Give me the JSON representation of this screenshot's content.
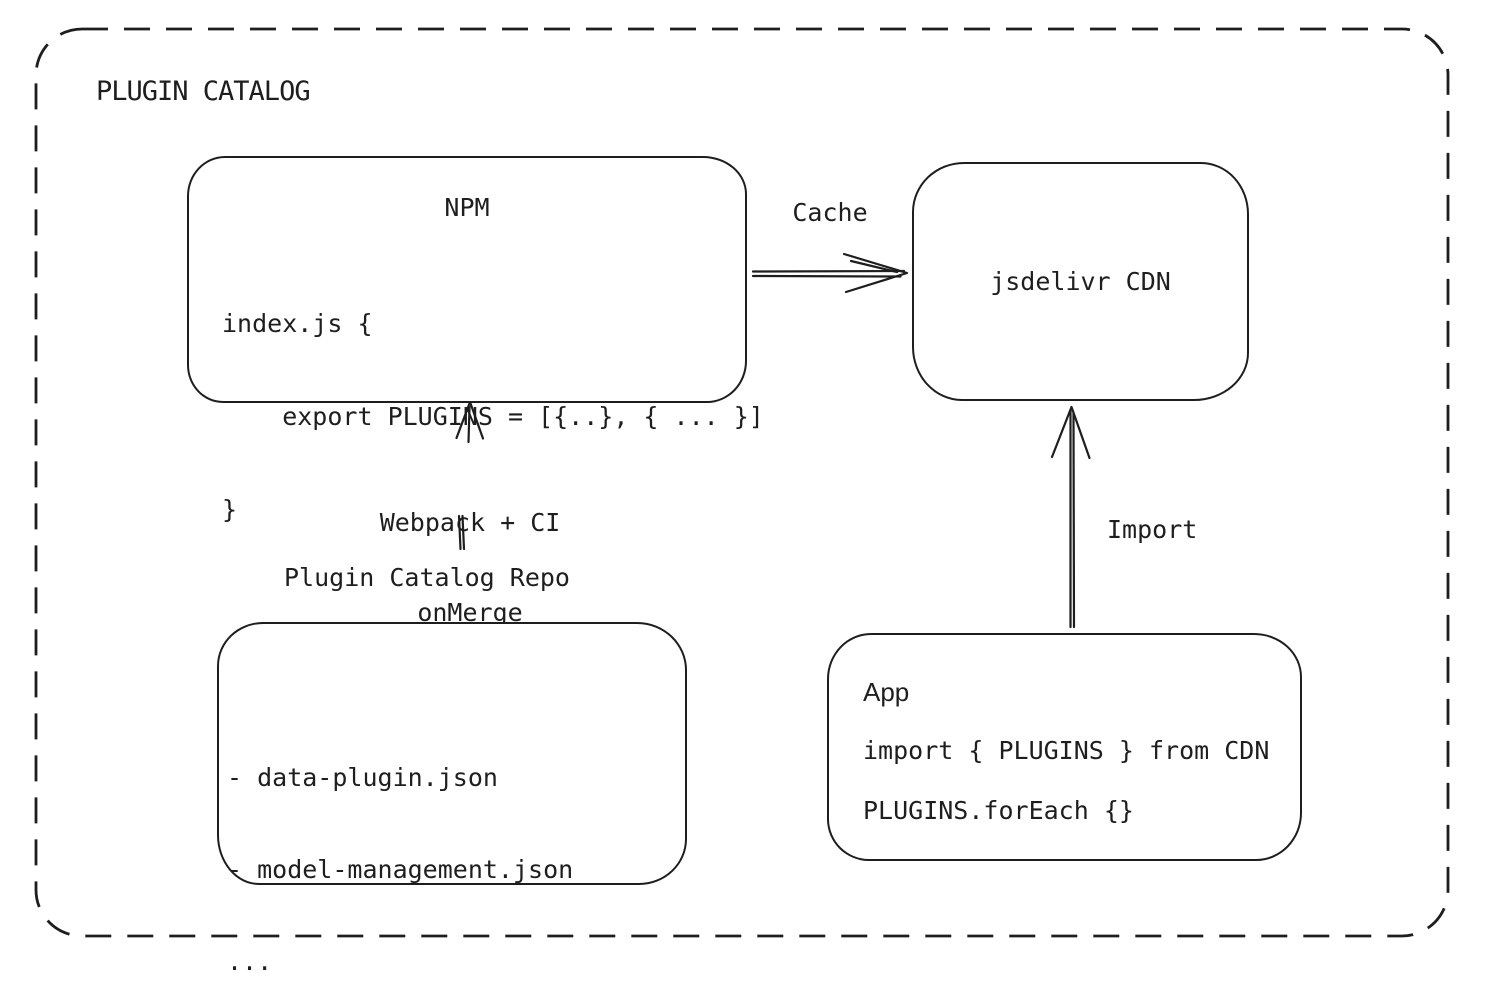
{
  "diagram": {
    "title": "PLUGIN CATALOG",
    "colors": {
      "stroke": "#1e1e1e",
      "background": "#ffffff"
    },
    "nodes": {
      "npm": {
        "title": "NPM",
        "code_lines": [
          "index.js {",
          "    export PLUGINS = [{..}, { ... }]",
          "}"
        ]
      },
      "cdn": {
        "label": "jsdelivr CDN"
      },
      "repo": {
        "label": "Plugin Catalog Repo",
        "file_lines": [
          "- data-plugin.json",
          "- model-management.json",
          "..."
        ]
      },
      "app": {
        "title": "App",
        "code_lines": [
          "import { PLUGINS } from CDN",
          "PLUGINS.forEach {}"
        ]
      }
    },
    "edges": {
      "cache": {
        "label": "Cache",
        "from": "NPM",
        "to": "jsdelivr CDN"
      },
      "build": {
        "label_line1": "Webpack + CI",
        "label_line2": "onMerge",
        "from": "Plugin Catalog Repo",
        "to": "NPM"
      },
      "import": {
        "label": "Import",
        "from": "App",
        "to": "jsdelivr CDN"
      }
    }
  }
}
